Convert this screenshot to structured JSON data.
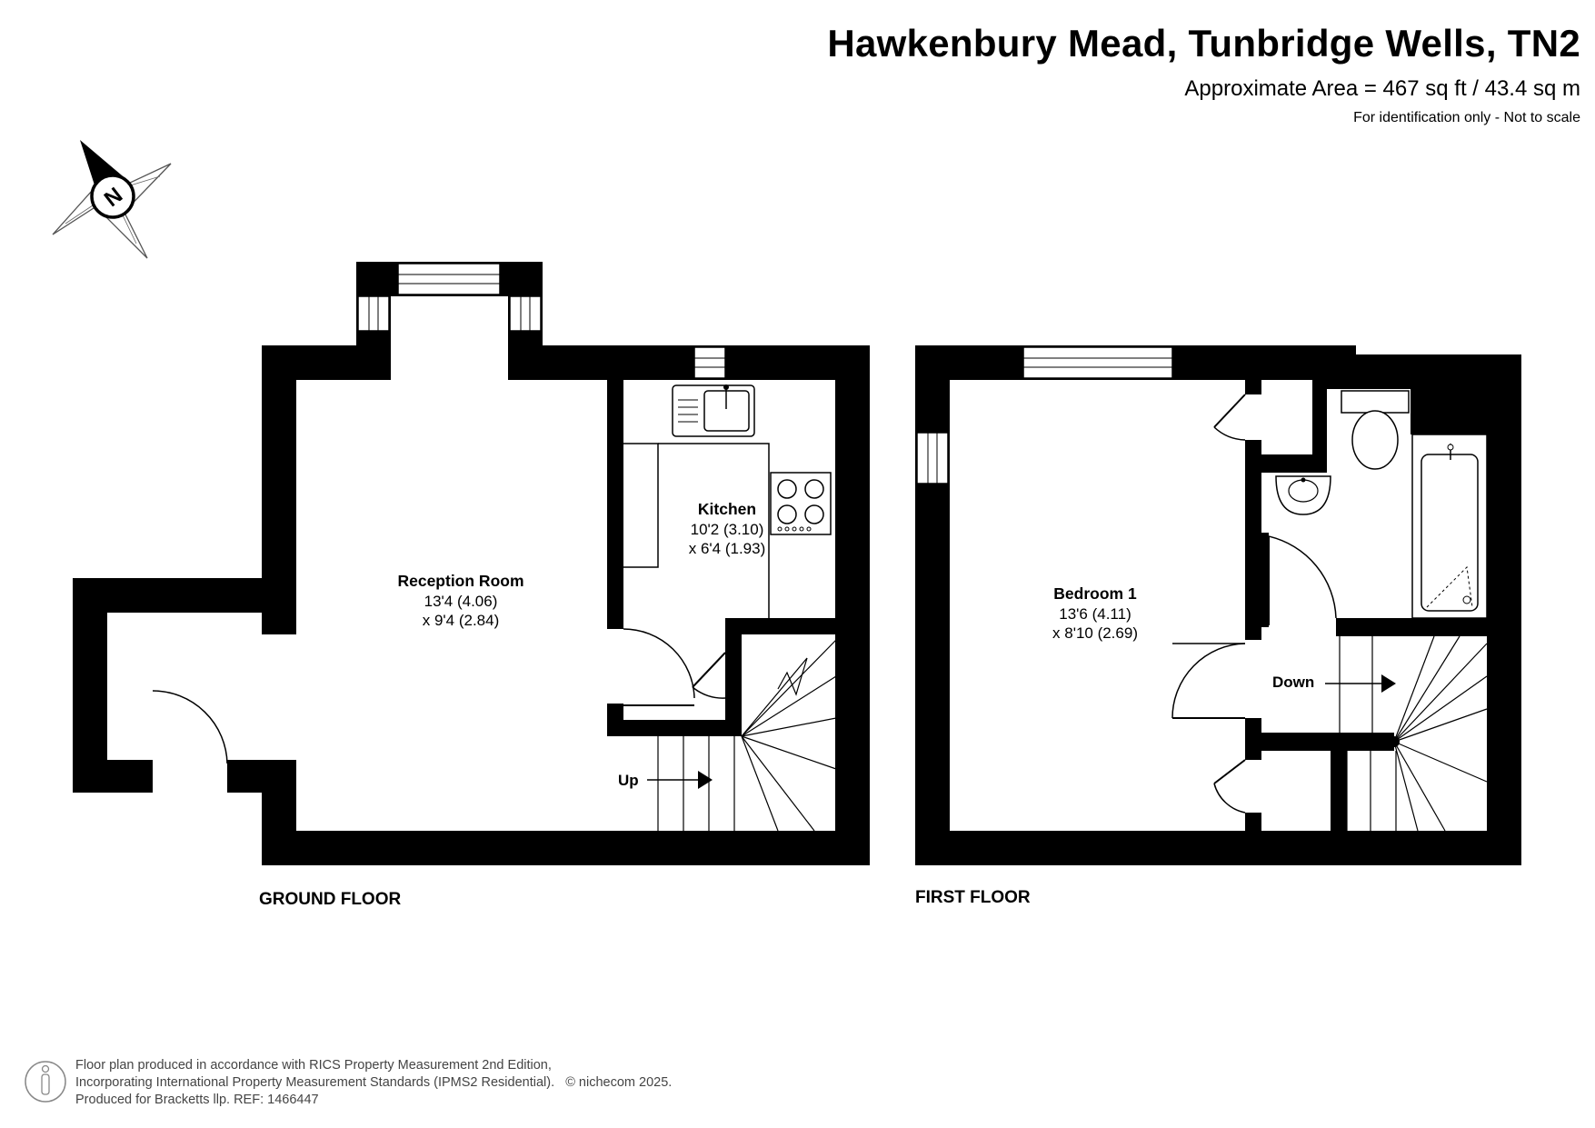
{
  "header": {
    "title": "Hawkenbury Mead, Tunbridge Wells, TN2",
    "area": "Approximate Area = 467 sq ft / 43.4 sq m",
    "scale_note": "For identification only - Not to scale"
  },
  "compass": {
    "label": "N"
  },
  "ground_floor": {
    "label": "GROUND FLOOR",
    "rooms": [
      {
        "name": "Reception Room",
        "dim1": "13'4 (4.06)",
        "dim2": "x 9'4 (2.84)"
      },
      {
        "name": "Kitchen",
        "dim1": "10'2 (3.10)",
        "dim2": "x 6'4 (1.93)"
      }
    ],
    "stairs_label": "Up"
  },
  "first_floor": {
    "label": "FIRST FLOOR",
    "rooms": [
      {
        "name": "Bedroom 1",
        "dim1": "13'6 (4.11)",
        "dim2": "x 8'10 (2.69)"
      }
    ],
    "stairs_label": "Down"
  },
  "footer": {
    "line1": "Floor plan produced in accordance with RICS Property Measurement 2nd Edition,",
    "line2": "Incorporating International Property Measurement Standards (IPMS2 Residential).",
    "copyright": "© nichecom 2025.",
    "line3": "Produced for Bracketts llp.   REF:  1466447"
  }
}
